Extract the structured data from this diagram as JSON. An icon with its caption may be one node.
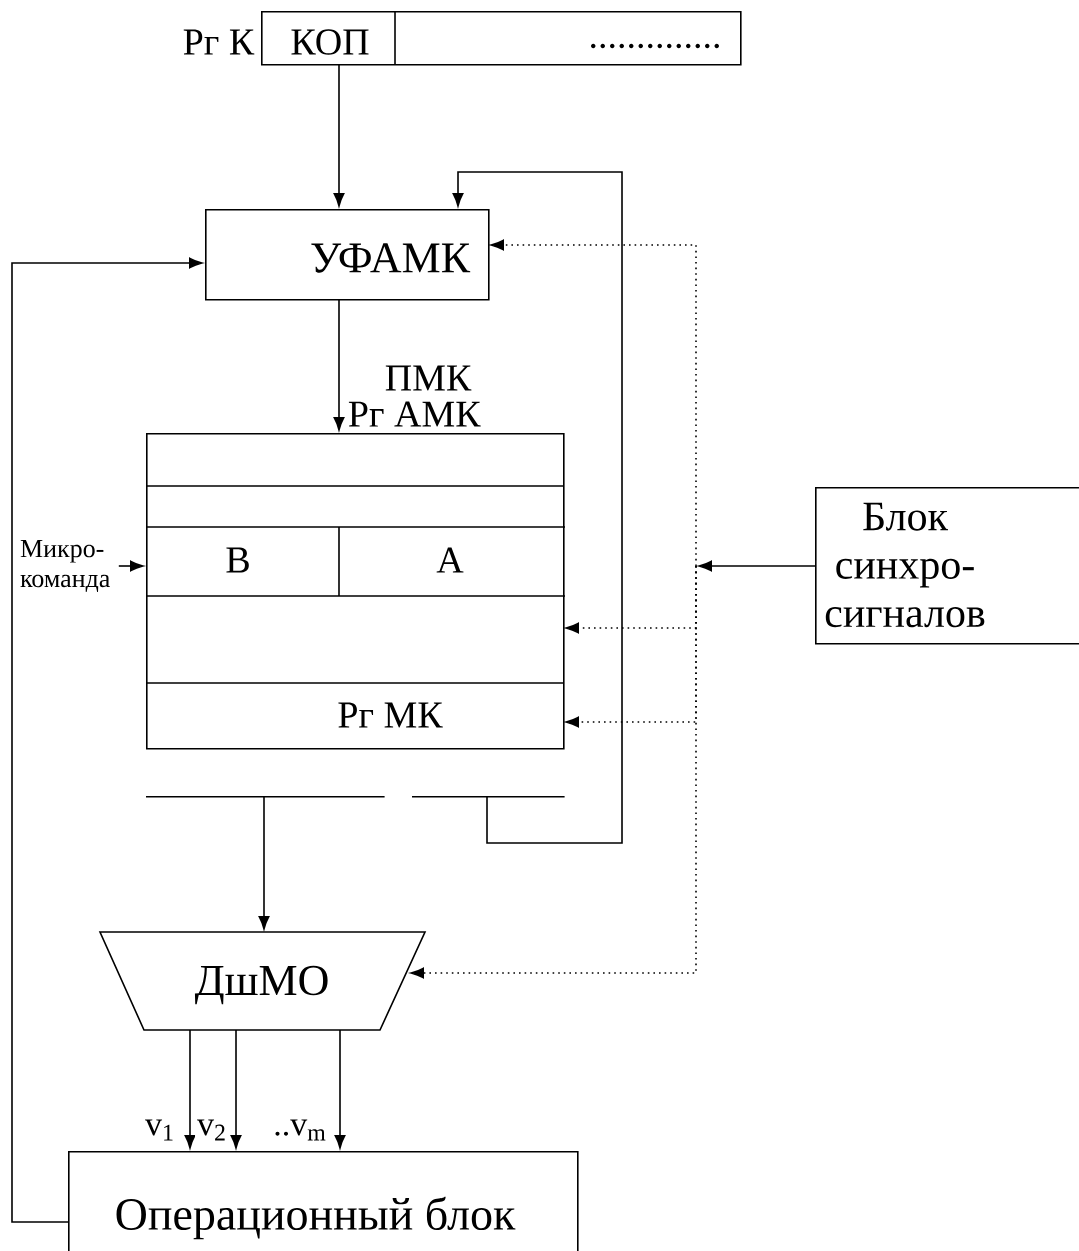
{
  "diagram": {
    "nodes": [
      {
        "text": [
          "Рг К",
          "КОП",
          ".............."
        ]
      },
      {
        "text": [
          "УФАМК"
        ]
      },
      {
        "text": [
          "Рг АМК",
          "В",
          "А",
          "Рг МК"
        ]
      },
      {
        "text": [
          "Микро- команда"
        ]
      },
      {
        "text": [
          "Блок синхро- сигналов"
        ]
      },
      {
        "text": [],
        "shape": "bar"
      },
      {
        "text": [],
        "shape": "bar"
      },
      {
        "text": [
          "ДшМО"
        ]
      },
      {
        "text": [
          "Операционный блок"
        ]
      }
    ],
    "edges": [
      {
        "from": 0,
        "to": 1,
        "arrow": "to"
      },
      {
        "from": 1,
        "to": 2,
        "arrow": "to",
        "label": "ПМК"
      },
      {
        "from": 3,
        "to": 2,
        "arrow": "to"
      },
      {
        "from": 5,
        "to": 7,
        "arrow": "to"
      },
      {
        "from": 6,
        "to": 1,
        "arrow": "to"
      },
      {
        "from": 8,
        "to": 1,
        "arrow": "to"
      },
      {
        "from": 7,
        "to": 8,
        "arrow": "to",
        "label": "v$_{1}$"
      },
      {
        "from": 7,
        "to": 8,
        "arrow": "to",
        "label": "v$_{2}$"
      },
      {
        "from": 7,
        "to": 8,
        "arrow": "to",
        "label": "..v$_{m}$"
      },
      {
        "from": 4,
        "to": null,
        "arrow": "to"
      },
      {
        "from": null,
        "to": 1,
        "arrow": "to",
        "style": "dashed"
      },
      {
        "from": null,
        "to": 2,
        "arrow": "to",
        "style": "dashed"
      },
      {
        "from": null,
        "to": 2,
        "arrow": "to",
        "style": "dashed"
      },
      {
        "from": null,
        "to": 7,
        "arrow": "to",
        "style": "dashed"
      }
    ]
  }
}
